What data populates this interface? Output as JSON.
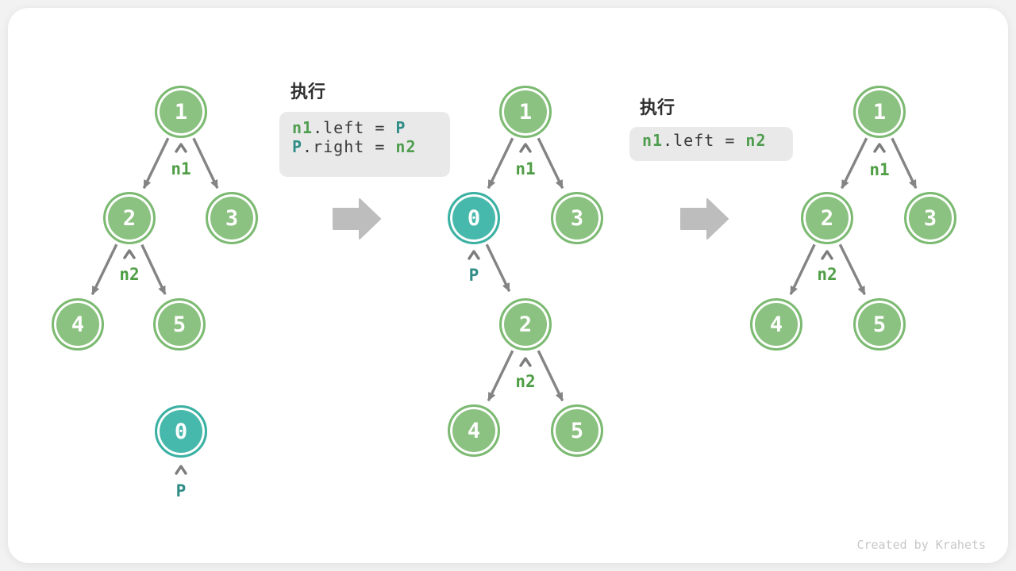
{
  "figure": {
    "credit": "Created by Krahets",
    "colors": {
      "node_green": "#8cc281",
      "node_teal": "#47b9ac",
      "pointer_green": "#4f9e45",
      "pointer_teal": "#2f8d86",
      "edge_gray": "#848484",
      "step_arrow_gray": "#bdbdbd",
      "code_bg": "#e9e9e9"
    },
    "steps": [
      {
        "exec_label": "执行",
        "code_lines": [
          {
            "tokens": [
              "n1",
              ".left = ",
              "P"
            ]
          },
          {
            "tokens": [
              "P",
              ".right = ",
              "n2"
            ]
          }
        ]
      },
      {
        "exec_label": "执行",
        "code_lines": [
          {
            "tokens": [
              "n1",
              ".left = ",
              "n2"
            ]
          }
        ]
      }
    ],
    "trees": [
      {
        "name": "before-insertion",
        "nodes": [
          {
            "value": "1",
            "pointer": "n1"
          },
          {
            "value": "2",
            "pointer": "n2"
          },
          {
            "value": "3"
          },
          {
            "value": "4"
          },
          {
            "value": "5"
          },
          {
            "value": "0",
            "pointer": "P",
            "highlight": true
          }
        ]
      },
      {
        "name": "after-insert-node-p",
        "nodes": [
          {
            "value": "1",
            "pointer": "n1"
          },
          {
            "value": "0",
            "pointer": "P",
            "highlight": true
          },
          {
            "value": "3"
          },
          {
            "value": "2",
            "pointer": "n2"
          },
          {
            "value": "4"
          },
          {
            "value": "5"
          }
        ]
      },
      {
        "name": "after-remove-node-p",
        "nodes": [
          {
            "value": "1",
            "pointer": "n1"
          },
          {
            "value": "2",
            "pointer": "n2"
          },
          {
            "value": "3"
          },
          {
            "value": "4"
          },
          {
            "value": "5"
          }
        ]
      }
    ]
  }
}
